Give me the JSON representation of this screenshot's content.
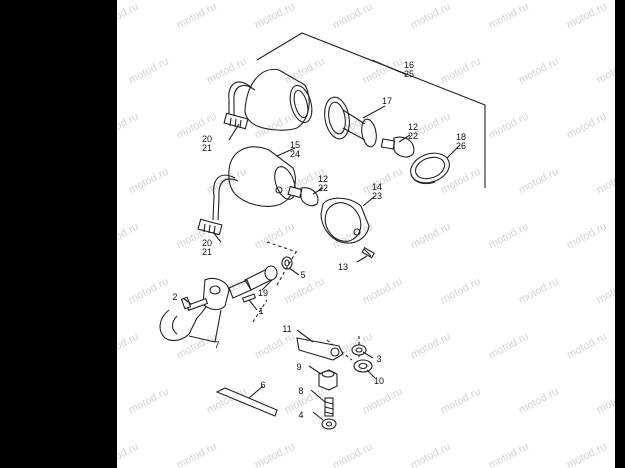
{
  "watermark": "motod.ru",
  "callouts": [
    {
      "id": "c16",
      "lines": [
        "16",
        "25"
      ]
    },
    {
      "id": "c17",
      "lines": [
        "17"
      ]
    },
    {
      "id": "c12a",
      "lines": [
        "12",
        "22"
      ]
    },
    {
      "id": "c18",
      "lines": [
        "18",
        "26"
      ]
    },
    {
      "id": "c20a",
      "lines": [
        "20",
        "21"
      ]
    },
    {
      "id": "c15",
      "lines": [
        "15",
        "24"
      ]
    },
    {
      "id": "c12b",
      "lines": [
        "12",
        "22"
      ]
    },
    {
      "id": "c14",
      "lines": [
        "14",
        "23"
      ]
    },
    {
      "id": "c20b",
      "lines": [
        "20",
        "21"
      ]
    },
    {
      "id": "c13",
      "lines": [
        "13"
      ]
    },
    {
      "id": "c5",
      "lines": [
        "5"
      ]
    },
    {
      "id": "c19",
      "lines": [
        "19"
      ]
    },
    {
      "id": "c2",
      "lines": [
        "2"
      ]
    },
    {
      "id": "c1",
      "lines": [
        "1"
      ]
    },
    {
      "id": "c7",
      "lines": [
        "7"
      ]
    },
    {
      "id": "c11",
      "lines": [
        "11"
      ]
    },
    {
      "id": "c3",
      "lines": [
        "3"
      ]
    },
    {
      "id": "c10",
      "lines": [
        "10"
      ]
    },
    {
      "id": "c9",
      "lines": [
        "9"
      ]
    },
    {
      "id": "c6",
      "lines": [
        "6"
      ]
    },
    {
      "id": "c8",
      "lines": [
        "8"
      ]
    },
    {
      "id": "c4",
      "lines": [
        "4"
      ]
    }
  ]
}
